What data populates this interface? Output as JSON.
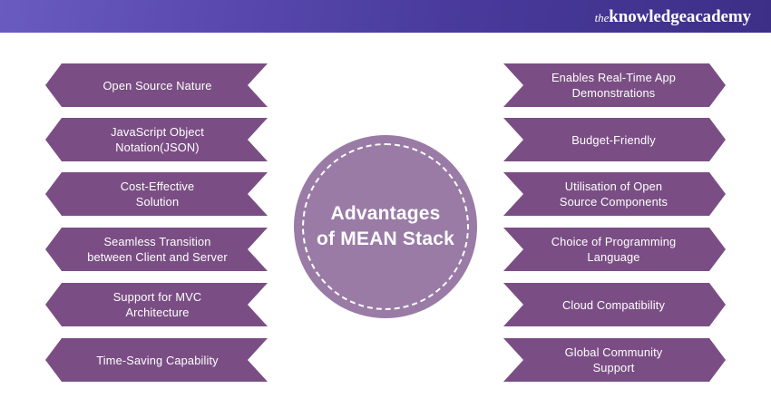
{
  "header": {
    "logo_the": "the",
    "logo_main": "knowledgeacademy",
    "gradient_from": "#6A5BC0",
    "gradient_to": "#3D2F87"
  },
  "center": {
    "title": "Advantages\nof MEAN Stack",
    "fill_color": "#9A7BA6",
    "dash_color": "#FFFFFF"
  },
  "theme": {
    "chevron_color": "#7A4E84",
    "chevron_text_color": "#FFFFFF",
    "background": "#FFFFFF"
  },
  "left_column": [
    {
      "label": "Open Source Nature"
    },
    {
      "label": "JavaScript Object\nNotation(JSON)"
    },
    {
      "label": "Cost-Effective\nSolution"
    },
    {
      "label": "Seamless Transition\nbetween Client and Server"
    },
    {
      "label": "Support for MVC\nArchitecture"
    },
    {
      "label": "Time-Saving Capability"
    }
  ],
  "right_column": [
    {
      "label": "Enables Real-Time App\nDemonstrations"
    },
    {
      "label": "Budget-Friendly"
    },
    {
      "label": "Utilisation of Open\nSource Components"
    },
    {
      "label": "Choice of Programming\nLanguage"
    },
    {
      "label": "Cloud Compatibility"
    },
    {
      "label": "Global Community\nSupport"
    }
  ]
}
